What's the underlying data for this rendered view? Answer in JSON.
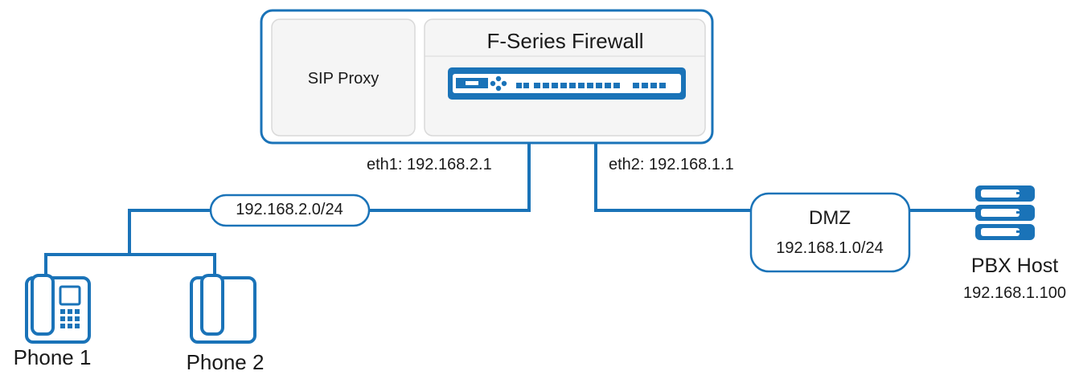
{
  "firewall": {
    "title": "F-Series Firewall",
    "module_label": "SIP Proxy",
    "eth1_label": "eth1: 192.168.2.1",
    "eth2_label": "eth2: 192.168.1.1"
  },
  "lan": {
    "subnet": "192.168.2.0/24"
  },
  "dmz": {
    "name": "DMZ",
    "subnet": "192.168.1.0/24"
  },
  "pbx": {
    "name": "PBX Host",
    "ip": "192.168.1.100"
  },
  "phones": [
    {
      "label": "Phone 1"
    },
    {
      "label": "Phone 2"
    }
  ],
  "colors": {
    "accent": "#1a73b8",
    "panel_border": "#d9d9d9",
    "panel_fill": "#f5f5f5",
    "text": "#1a1a1a"
  }
}
